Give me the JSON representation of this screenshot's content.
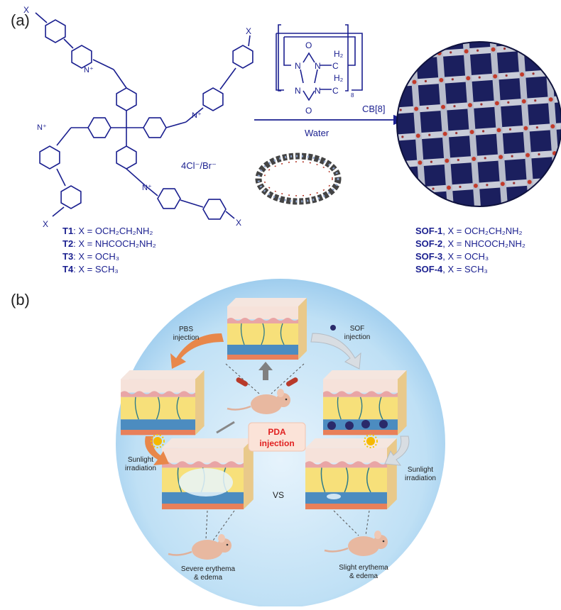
{
  "panel_a": {
    "label": "(a)",
    "counterion": "4Cl⁻/Br⁻",
    "n_plus": "N⁺",
    "x_label": "X",
    "reagent": "CB[8]",
    "solvent": "Water",
    "cb8_atoms": {
      "o": "O",
      "n": "N",
      "c": "C",
      "h2": "H₂",
      "repeat": "8"
    },
    "monomers": [
      {
        "name": "T1",
        "formula": ": X = OCH₂CH₂NH₂"
      },
      {
        "name": "T2",
        "formula": ": X = NHCOCH₂NH₂"
      },
      {
        "name": "T3",
        "formula": ": X = OCH₃"
      },
      {
        "name": "T4",
        "formula": ": X = SCH₃"
      }
    ],
    "products": [
      {
        "name": "SOF-1",
        "formula": ", X = OCH₂CH₂NH₂"
      },
      {
        "name": "SOF-2",
        "formula": ", X = NHCOCH₂NH₂"
      },
      {
        "name": "SOF-3",
        "formula": ", X = OCH₃"
      },
      {
        "name": "SOF-4",
        "formula": ", X = SCH₃"
      }
    ],
    "color": "#1a1f8f"
  },
  "panel_b": {
    "label": "(b)",
    "pbs_injection": [
      "PBS",
      "injection"
    ],
    "sof_injection": [
      "SOF",
      "injection"
    ],
    "pda_injection": [
      "PDA",
      "injection"
    ],
    "sunlight_left": [
      "Sunlight",
      "irradiation"
    ],
    "sunlight_right": [
      "Sunlight",
      "irradiation"
    ],
    "vs": "VS",
    "severe": [
      "Severe erythema",
      "& edema"
    ],
    "slight": [
      "Slight erythema",
      "& edema"
    ],
    "colors": {
      "background": "#bfe0f5",
      "pda_text": "#e02020",
      "orange_arrow": "#e8874a",
      "gray_arrow": "#d8dde2"
    }
  }
}
